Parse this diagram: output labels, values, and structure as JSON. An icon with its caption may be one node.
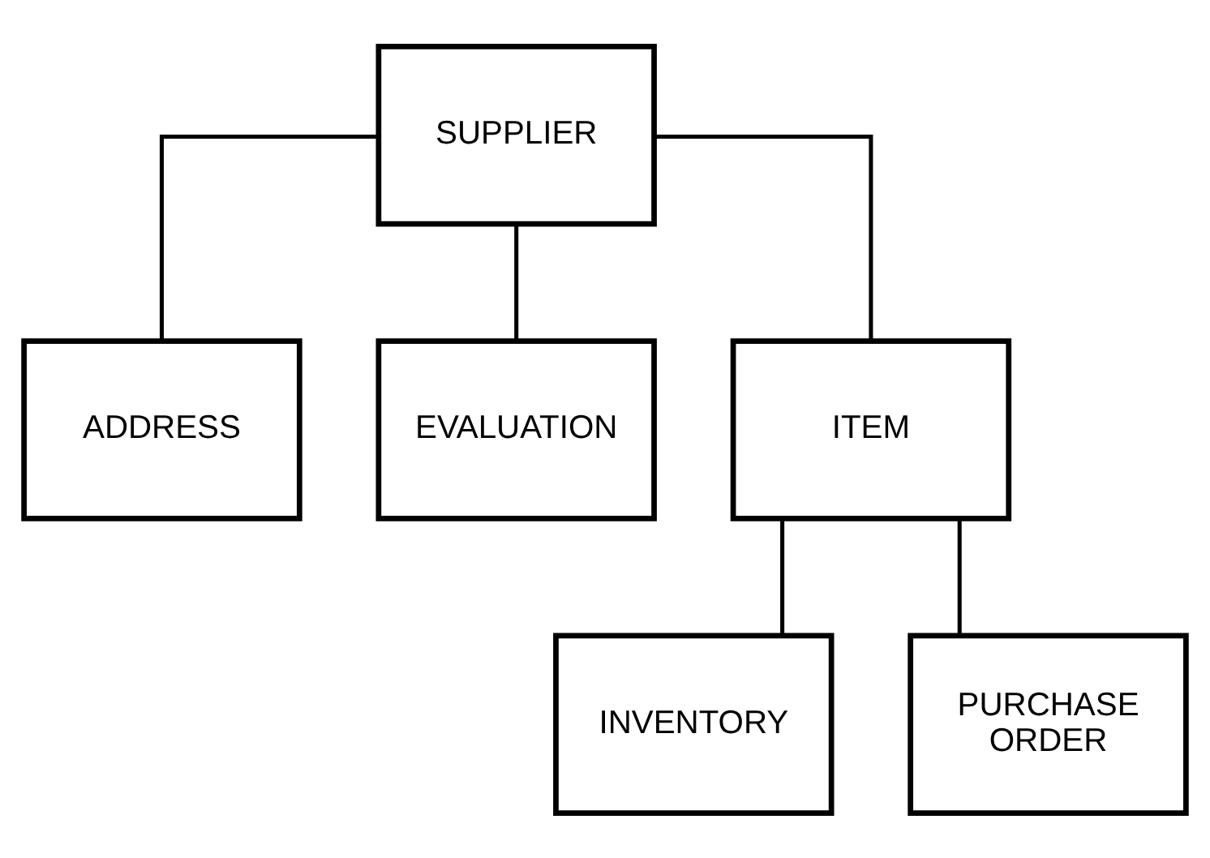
{
  "diagram": {
    "nodes": [
      {
        "text": [
          "SUPPLIER"
        ]
      },
      {
        "text": [
          "ADDRESS"
        ]
      },
      {
        "text": [
          "EVALUATION"
        ]
      },
      {
        "text": [
          "ITEM"
        ]
      },
      {
        "text": [
          "INVENTORY"
        ]
      },
      {
        "text": [
          "PURCHASE ORDER"
        ]
      }
    ],
    "edges": [
      {
        "from": 0,
        "to": 1,
        "arrow": "none"
      },
      {
        "from": 0,
        "to": 2,
        "arrow": "none"
      },
      {
        "from": 0,
        "to": 3,
        "arrow": "none"
      },
      {
        "from": 3,
        "to": 4,
        "arrow": "none"
      },
      {
        "from": 3,
        "to": 5,
        "arrow": "none"
      }
    ]
  }
}
